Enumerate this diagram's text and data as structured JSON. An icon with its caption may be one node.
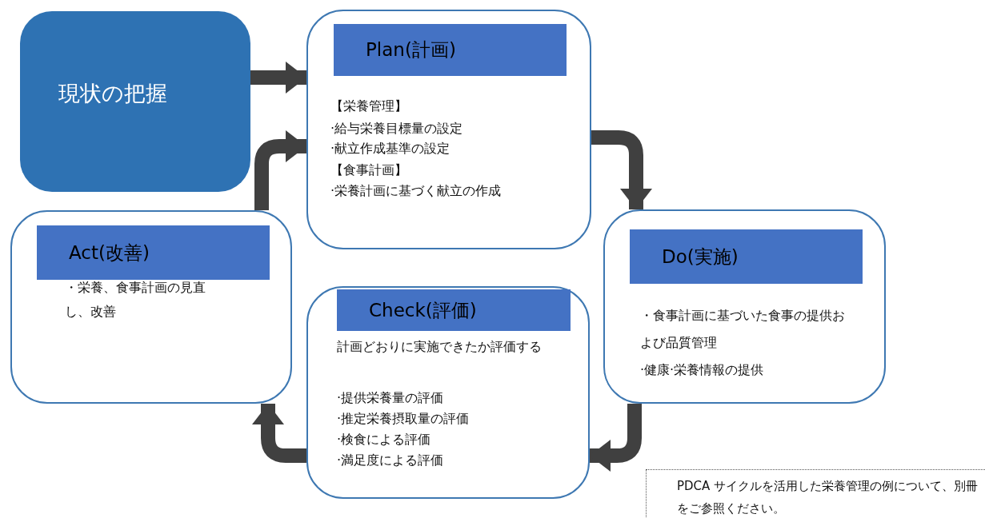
{
  "diagram": {
    "nodes": [
      {
        "text": [
          "現状の把握"
        ]
      },
      {
        "text": [
          "【栄養管理】",
          "·給与栄養目標量の設定",
          "·献立作成基準の設定",
          "【食事計画】",
          "·栄養計画に基づく献立の作成"
        ]
      },
      {
        "text": [
          "Plan(計画)"
        ],
        "in": 1
      },
      {
        "text": [
          "・栄養、食事計画の見直し、改善"
        ]
      },
      {
        "text": [
          "Act(改善)"
        ],
        "in": 3
      },
      {
        "text": [
          "・食事計画に基づいた食事の提供および品質管理",
          "·健康·栄養情報の提供"
        ]
      },
      {
        "text": [
          "Do(実施)"
        ],
        "in": 5
      },
      {
        "text": [
          "計画どおりに実施できたか評価する",
          "·提供栄養量の評価",
          "·推定栄養摂取量の評価",
          "·検食による評価",
          "·満足度による評価"
        ]
      },
      {
        "text": [
          "Check(評価)"
        ],
        "in": 7
      },
      {
        "text": [
          "PDCA サイクルを活用した栄養管理の例について、別冊をご参照ください。"
        ]
      }
    ],
    "edges": [
      {
        "from": 0,
        "to": 1,
        "arrow": "to"
      },
      {
        "from": 3,
        "to": 1,
        "arrow": "to"
      },
      {
        "from": 1,
        "to": 5,
        "arrow": "to"
      },
      {
        "from": 5,
        "to": 7,
        "arrow": "to"
      },
      {
        "from": 7,
        "to": 3,
        "arrow": "to"
      }
    ]
  }
}
